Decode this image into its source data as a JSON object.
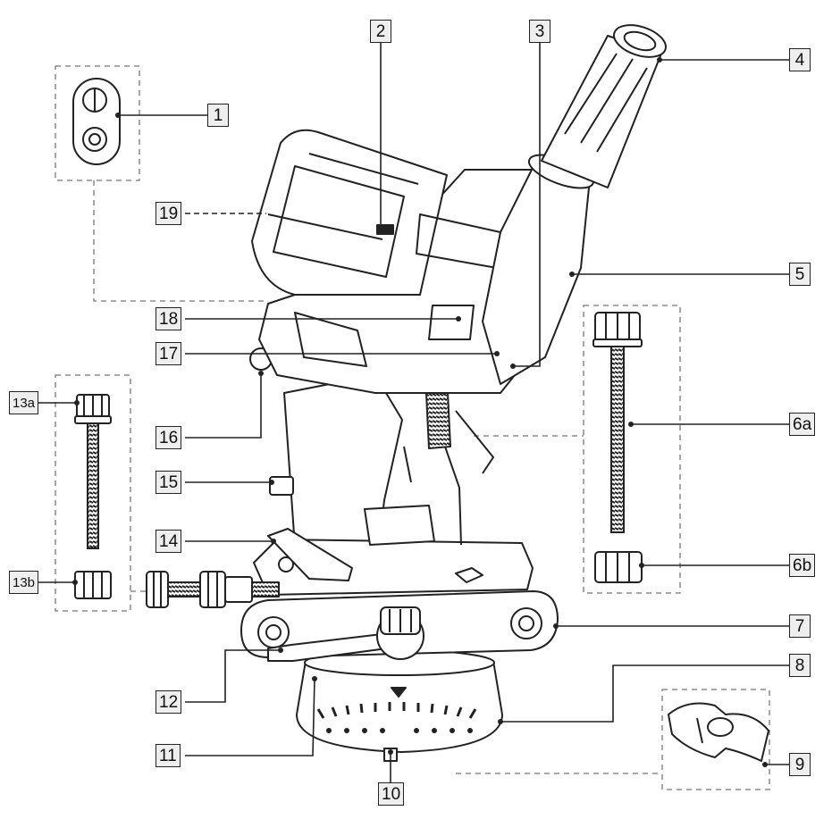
{
  "diagram": {
    "callouts": [
      {
        "id": "1",
        "text": "1"
      },
      {
        "id": "2",
        "text": "2"
      },
      {
        "id": "3",
        "text": "3"
      },
      {
        "id": "4",
        "text": "4"
      },
      {
        "id": "5",
        "text": "5"
      },
      {
        "id": "6a",
        "text": "6a"
      },
      {
        "id": "6b",
        "text": "6b"
      },
      {
        "id": "7",
        "text": "7"
      },
      {
        "id": "8",
        "text": "8"
      },
      {
        "id": "9",
        "text": "9"
      },
      {
        "id": "10",
        "text": "10"
      },
      {
        "id": "11",
        "text": "11"
      },
      {
        "id": "12",
        "text": "12"
      },
      {
        "id": "13a",
        "text": "13a"
      },
      {
        "id": "13b",
        "text": "13b"
      },
      {
        "id": "14",
        "text": "14"
      },
      {
        "id": "15",
        "text": "15"
      },
      {
        "id": "16",
        "text": "16"
      },
      {
        "id": "17",
        "text": "17"
      },
      {
        "id": "18",
        "text": "18"
      },
      {
        "id": "19",
        "text": "19"
      }
    ]
  }
}
